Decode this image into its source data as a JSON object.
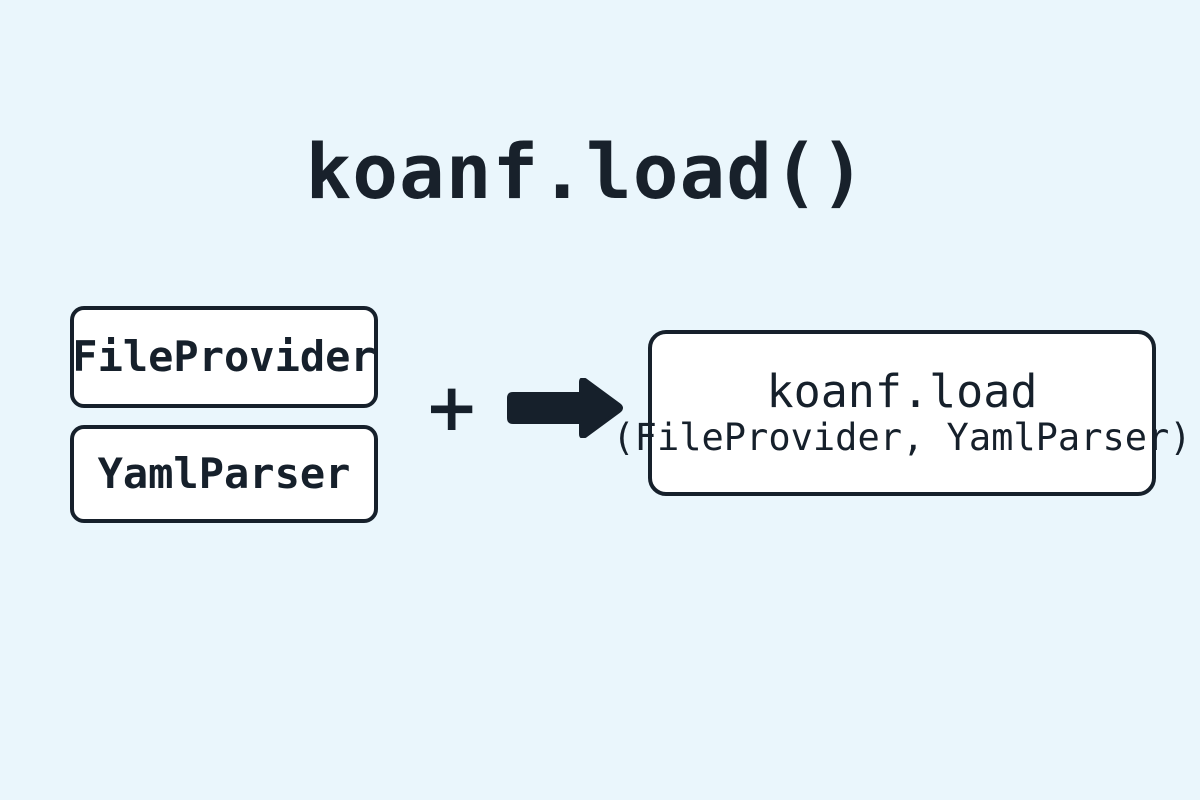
{
  "diagram": {
    "title": "koanf.load()",
    "background_color": "#eaf6fc",
    "stroke_color": "#16202b",
    "box_fill_color": "#ffffff",
    "inputs": [
      {
        "label": "FileProvider"
      },
      {
        "label": "YamlParser"
      }
    ],
    "operator": "+",
    "connector": "right-arrow",
    "result": {
      "line1": "koanf.load",
      "line2": "(FileProvider, YamlParser)"
    }
  }
}
